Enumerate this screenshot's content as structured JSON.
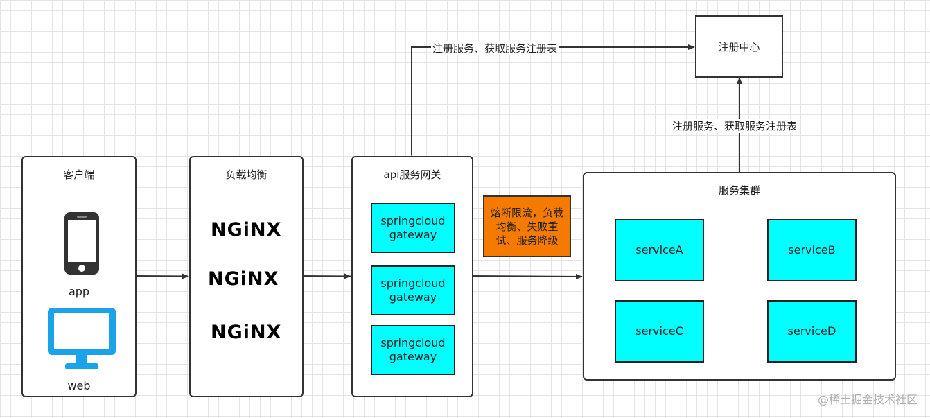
{
  "client": {
    "title": "客户端",
    "app_label": "app",
    "web_label": "web"
  },
  "lb": {
    "title": "负载均衡",
    "nginx_logos": [
      "NGiNX",
      "NGiNX",
      "NGiNX"
    ]
  },
  "gateway": {
    "title": "api服务网关",
    "instances": [
      [
        "springcloud",
        "gateway"
      ],
      [
        "springcloud",
        "gateway"
      ],
      [
        "springcloud",
        "gateway"
      ]
    ]
  },
  "features_note": "熔断限流，负载均衡、失败重试、服务降级",
  "cluster": {
    "title": "服务集群",
    "services": [
      "serviceA",
      "serviceB",
      "serviceC",
      "serviceD"
    ]
  },
  "registry": {
    "title": "注册中心"
  },
  "edge_labels": {
    "gateway_registry": "注册服务、获取服务注册表",
    "cluster_registry": "注册服务、获取服务注册表"
  },
  "watermark": "@稀土掘金技术社区",
  "colors": {
    "service_fill": "#00ffff",
    "note_fill": "#f57a00",
    "phone_body": "#333333",
    "monitor": "#1aa3e8"
  }
}
